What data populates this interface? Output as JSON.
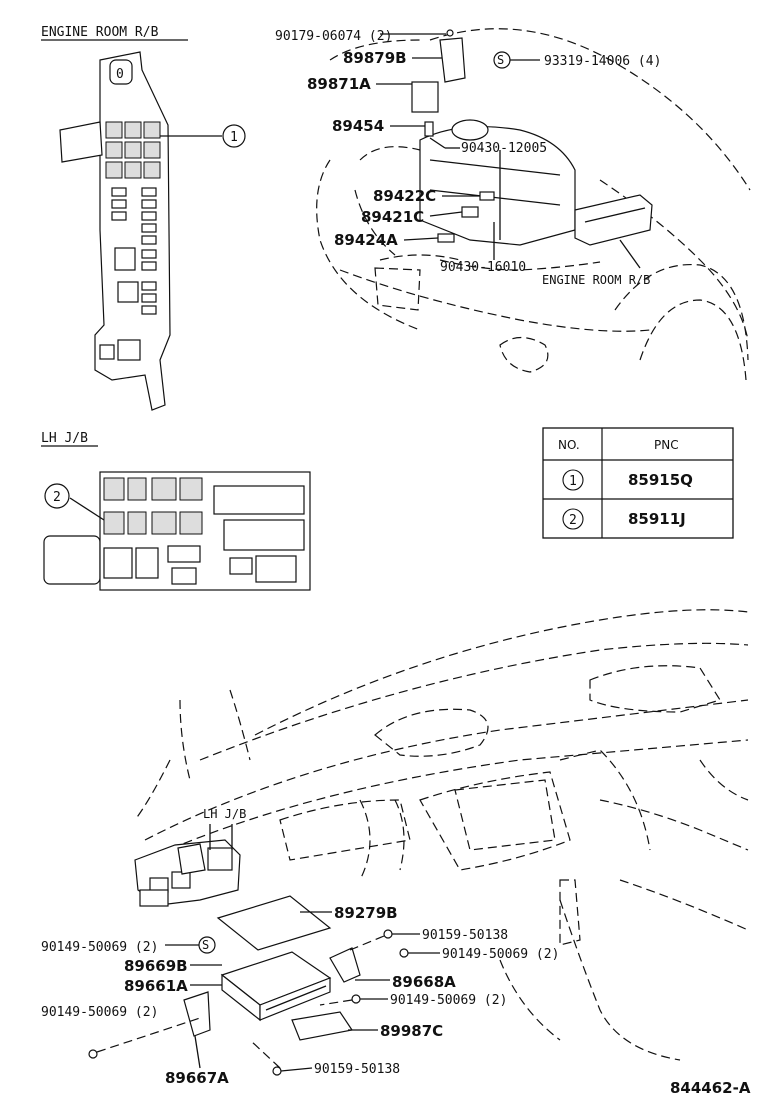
{
  "sections": {
    "engine_room_rb": "ENGINE ROOM R/B",
    "lh_jb": "LH J/B",
    "engine_room_rb_callout": "ENGINE ROOM R/B",
    "lh_jb_callout": "LH J/B"
  },
  "callouts": {
    "c1": "1",
    "c2": "2",
    "fuse_block_num": "0"
  },
  "parts": {
    "p90179": "90179-06074 (2)",
    "p89879B": "89879B",
    "p93319": "93319-14006 (4)",
    "p89871A": "89871A",
    "p89454": "89454",
    "p90430_12005": "90430-12005",
    "p89422C": "89422C",
    "p89421C": "89421C",
    "p89424A": "89424A",
    "p90430_16010": "90430-16010",
    "p89279B": "89279B",
    "p90159_50138_a": "90159-50138",
    "p90149_50069_a": "90149-50069 (2)",
    "p90149_50069_b": "90149-50069 (2)",
    "p89669B": "89669B",
    "p89668A": "89668A",
    "p89661A": "89661A",
    "p90149_50069_c": "90149-50069 (2)",
    "p90149_50069_d": "90149-50069 (2)",
    "p89987C": "89987C",
    "p90159_50138_b": "90159-50138",
    "p89667A": "89667A"
  },
  "table": {
    "header_no": "NO.",
    "header_pnc": "PNC",
    "rows": [
      {
        "no": "1",
        "pnc": "85915Q"
      },
      {
        "no": "2",
        "pnc": "85911J"
      }
    ]
  },
  "diagram_id": "844462-A"
}
